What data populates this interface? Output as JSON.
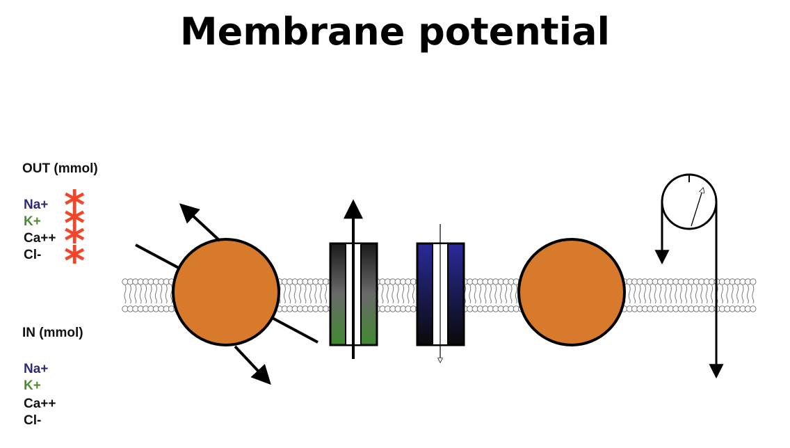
{
  "title": "Membrane potential",
  "out_section": {
    "heading": "OUT (mmol)",
    "ions": [
      {
        "label": "Na+",
        "color": "#2b2a78"
      },
      {
        "label": "K+",
        "color": "#4e8a34"
      },
      {
        "label": "Ca++",
        "color": "#111111"
      },
      {
        "label": "Cl-",
        "color": "#111111"
      }
    ],
    "marker": "*",
    "marker_color": "#f2452a"
  },
  "in_section": {
    "heading": "IN  (mmol)",
    "ions": [
      {
        "label": "Na+",
        "color": "#2b2a78"
      },
      {
        "label": "K+",
        "color": "#4e8a34"
      },
      {
        "label": "Ca++",
        "color": "#111111"
      },
      {
        "label": "Cl-",
        "color": "#111111"
      }
    ]
  },
  "colors": {
    "transporter": "#d77a2b",
    "k_channel": "#3f8a2e",
    "na_channel": "#2a2a9a",
    "membrane": "#777777"
  }
}
